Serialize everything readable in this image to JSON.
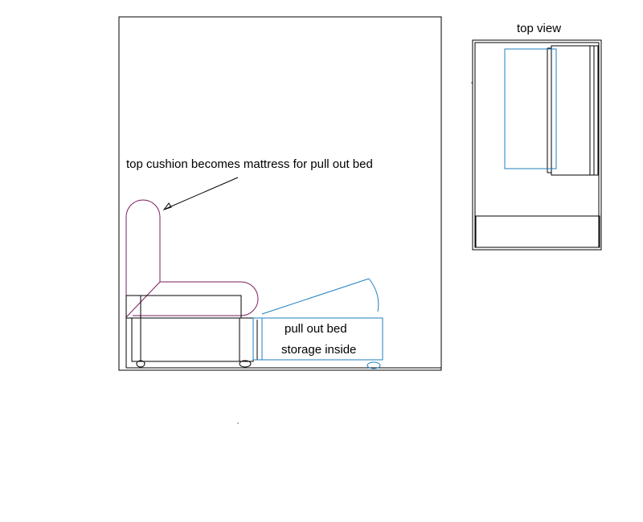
{
  "labels": {
    "top_view": "top view",
    "cushion_note": "top cushion becomes mattress  for pull out bed",
    "pull_out_bed": "pull out bed",
    "storage_inside": "storage inside"
  },
  "colors": {
    "outline": "#000000",
    "cushion": "#7a1f5c",
    "bed": "#1f7fbf"
  }
}
